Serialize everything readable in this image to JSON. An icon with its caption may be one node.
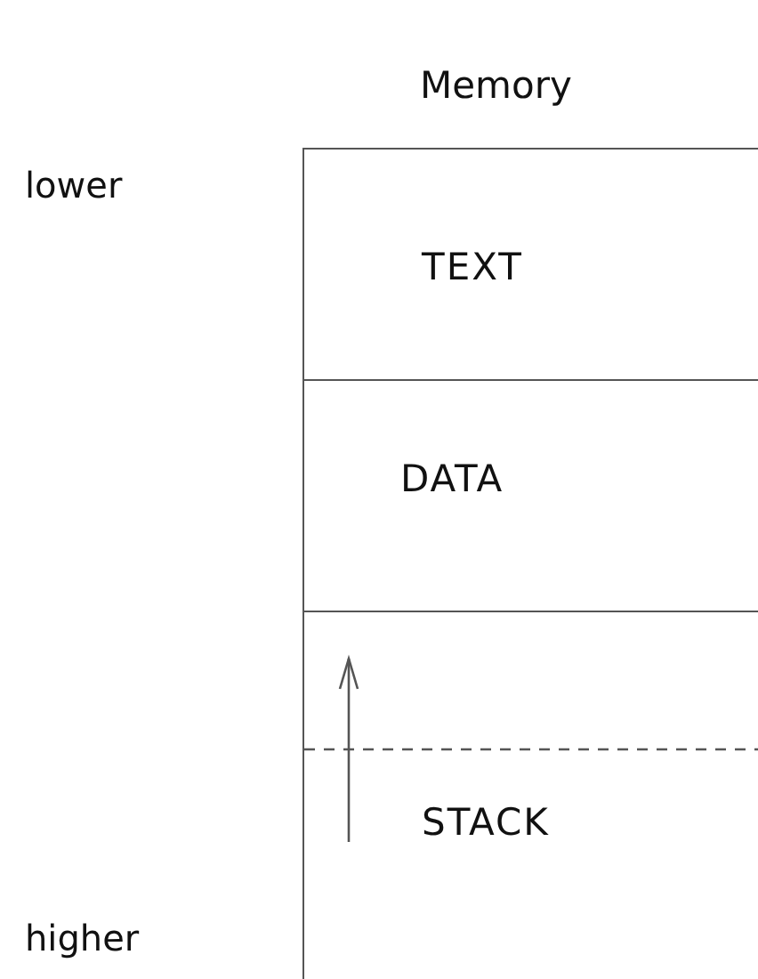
{
  "diagram": {
    "title": "Memory",
    "nodes": [
      {
        "text": [
          "TEXT"
        ]
      },
      {
        "text": [
          "DATA"
        ]
      },
      {
        "text": [
          "STACK"
        ]
      }
    ],
    "labels": [
      "lower",
      "higher"
    ]
  }
}
